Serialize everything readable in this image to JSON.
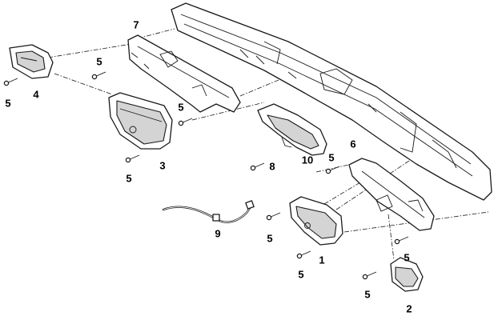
{
  "callouts": [
    {
      "id": "c1",
      "label": "1"
    },
    {
      "id": "c2",
      "label": "2"
    },
    {
      "id": "c3",
      "label": "3"
    },
    {
      "id": "c4",
      "label": "4"
    },
    {
      "id": "c5a",
      "label": "5"
    },
    {
      "id": "c5b",
      "label": "5"
    },
    {
      "id": "c5c",
      "label": "5"
    },
    {
      "id": "c5d",
      "label": "5"
    },
    {
      "id": "c5e",
      "label": "5"
    },
    {
      "id": "c5f",
      "label": "5"
    },
    {
      "id": "c5g",
      "label": "5"
    },
    {
      "id": "c5h",
      "label": "5"
    },
    {
      "id": "c5i",
      "label": "5"
    },
    {
      "id": "c6",
      "label": "6"
    },
    {
      "id": "c7",
      "label": "7"
    },
    {
      "id": "c8",
      "label": "8"
    },
    {
      "id": "c9",
      "label": "9"
    },
    {
      "id": "c10",
      "label": "10"
    }
  ],
  "colors": {
    "line": "#1a1a1a",
    "background": "#ffffff",
    "shade": "#d4d4d4"
  }
}
